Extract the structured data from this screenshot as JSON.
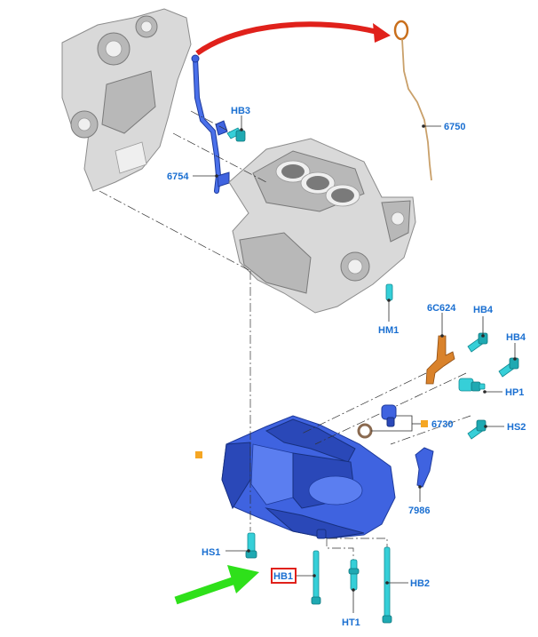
{
  "callouts": {
    "hb3": "HB3",
    "p6754": "6754",
    "p6750": "6750",
    "hm1": "HM1",
    "p6c624": "6C624",
    "hb4_a": "HB4",
    "hb4_b": "HB4",
    "hp1": "HP1",
    "p6730": "6730",
    "hs2": "HS2",
    "p7986": "7986",
    "hs1": "HS1",
    "hb1": "HB1",
    "hb2": "HB2",
    "ht1": "HT1"
  },
  "colors": {
    "callout_text": "#1a6fd1",
    "oil_pan": "#3f63e0",
    "fastener": "#36cfd8",
    "engine_metal": "#d9d9d9",
    "dipstick": "#d9822b",
    "marker_square": "#f5a623",
    "highlight_box": "#e0211b",
    "red_arrow": "#e0211b",
    "green_arrow": "#2ee01a"
  },
  "highlighted_callout": "HB1"
}
